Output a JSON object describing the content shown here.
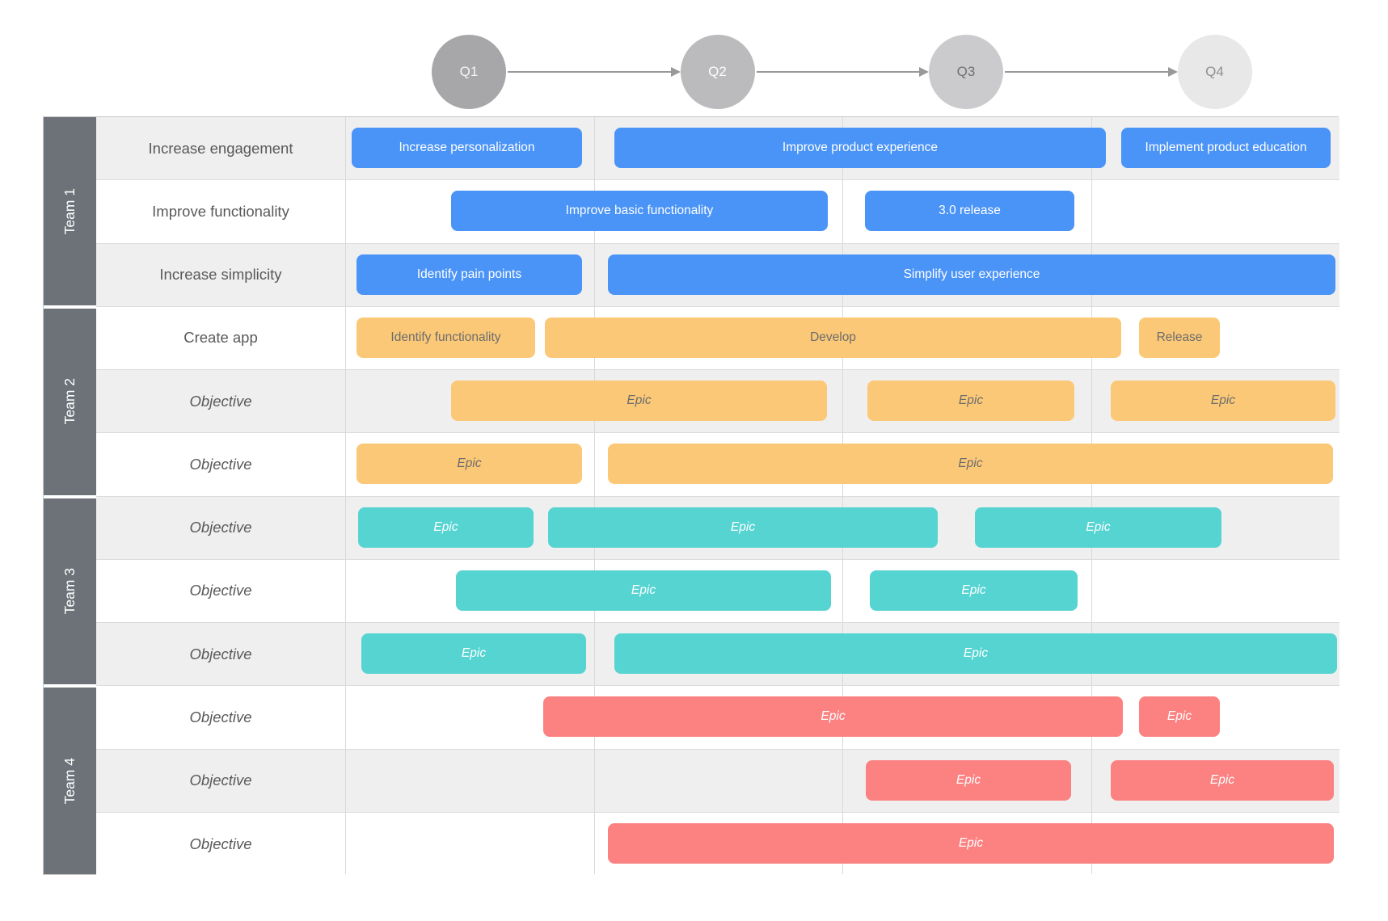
{
  "quarters": [
    {
      "label": "Q1",
      "fill": "#a7a7aa",
      "text_color": "#f5f5f6"
    },
    {
      "label": "Q2",
      "fill": "#bbbbbe",
      "text_color": "#fdfdfd"
    },
    {
      "label": "Q3",
      "fill": "#cbcbcd",
      "text_color": "#707072"
    },
    {
      "label": "Q4",
      "fill": "#e8e8e9",
      "text_color": "#8f8f91"
    }
  ],
  "teams": [
    {
      "label": "Team 1"
    },
    {
      "label": "Team 2"
    },
    {
      "label": "Team 3"
    },
    {
      "label": "Team 4"
    }
  ],
  "palette": {
    "blue": {
      "fill": "#4a93f7",
      "text": "#ffffff"
    },
    "orange": {
      "fill": "#fbc877",
      "text": "#6d6d6d"
    },
    "teal": {
      "fill": "#56d4d2",
      "text": "#ffffff"
    },
    "red": {
      "fill": "#fc8181",
      "text": "#ffffff"
    },
    "sidebar": "#6d7278",
    "row_alt": "#efefef",
    "row_base": "#ffffff",
    "grid_line": "#d9d9d9",
    "outer_border": "#c7c7c7",
    "label_text": "#595959",
    "connector": "#999999"
  },
  "rows": [
    {
      "label": "Increase engagement",
      "italic": false,
      "bars": [
        {
          "label": "Increase personalization",
          "color": "blue",
          "start": 8,
          "end": 293
        },
        {
          "label": "Improve product experience",
          "color": "blue",
          "start": 333,
          "end": 941
        },
        {
          "label": "Implement product education",
          "color": "blue",
          "start": 960,
          "end": 1219
        }
      ]
    },
    {
      "label": "Improve functionality",
      "italic": false,
      "bars": [
        {
          "label": "Improve basic functionality",
          "color": "blue",
          "start": 131,
          "end": 597
        },
        {
          "label": "3.0 release",
          "color": "blue",
          "start": 643,
          "end": 902
        }
      ]
    },
    {
      "label": "Increase simplicity",
      "italic": false,
      "bars": [
        {
          "label": "Identify pain points",
          "color": "blue",
          "start": 14,
          "end": 293
        },
        {
          "label": "Simplify user experience",
          "color": "blue",
          "start": 325,
          "end": 1225
        }
      ]
    },
    {
      "label": "Create app",
      "italic": false,
      "bars": [
        {
          "label": "Identify functionality",
          "color": "orange",
          "start": 14,
          "end": 235
        },
        {
          "label": "Develop",
          "color": "orange",
          "start": 247,
          "end": 960
        },
        {
          "label": "Release",
          "color": "orange",
          "start": 982,
          "end": 1082
        }
      ]
    },
    {
      "label": "Objective",
      "italic": true,
      "bars": [
        {
          "label": "Epic",
          "color": "orange",
          "start": 131,
          "end": 596
        },
        {
          "label": "Epic",
          "color": "orange",
          "start": 646,
          "end": 902
        },
        {
          "label": "Epic",
          "color": "orange",
          "start": 947,
          "end": 1225
        }
      ]
    },
    {
      "label": "Objective",
      "italic": true,
      "bars": [
        {
          "label": "Epic",
          "color": "orange",
          "start": 14,
          "end": 293
        },
        {
          "label": "Epic",
          "color": "orange",
          "start": 325,
          "end": 1222
        }
      ]
    },
    {
      "label": "Objective",
      "italic": true,
      "bars": [
        {
          "label": "Epic",
          "color": "teal",
          "start": 16,
          "end": 233
        },
        {
          "label": "Epic",
          "color": "teal",
          "start": 251,
          "end": 733
        },
        {
          "label": "Epic",
          "color": "teal",
          "start": 779,
          "end": 1084
        }
      ]
    },
    {
      "label": "Objective",
      "italic": true,
      "bars": [
        {
          "label": "Epic",
          "color": "teal",
          "start": 137,
          "end": 601
        },
        {
          "label": "Epic",
          "color": "teal",
          "start": 649,
          "end": 906
        }
      ]
    },
    {
      "label": "Objective",
      "italic": true,
      "bars": [
        {
          "label": "Epic",
          "color": "teal",
          "start": 20,
          "end": 298
        },
        {
          "label": "Epic",
          "color": "teal",
          "start": 333,
          "end": 1227
        }
      ]
    },
    {
      "label": "Objective",
      "italic": true,
      "bars": [
        {
          "label": "Epic",
          "color": "red",
          "start": 245,
          "end": 962
        },
        {
          "label": "Epic",
          "color": "red",
          "start": 982,
          "end": 1082
        }
      ]
    },
    {
      "label": "Objective",
      "italic": true,
      "bars": [
        {
          "label": "Epic",
          "color": "red",
          "start": 644,
          "end": 898
        },
        {
          "label": "Epic",
          "color": "red",
          "start": 947,
          "end": 1223
        }
      ]
    },
    {
      "label": "Objective",
      "italic": true,
      "bars": [
        {
          "label": "Epic",
          "color": "red",
          "start": 325,
          "end": 1223
        }
      ]
    }
  ]
}
